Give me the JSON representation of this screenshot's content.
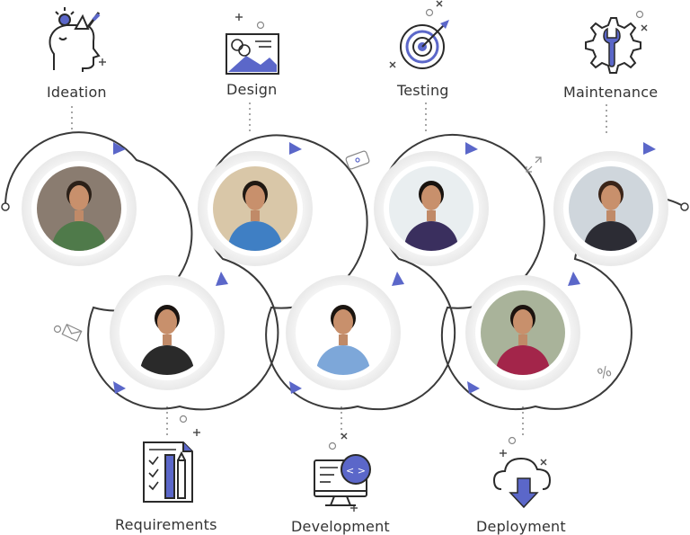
{
  "stages": [
    {
      "id": "ideation",
      "label": "Ideation",
      "icon": "head-idea-icon"
    },
    {
      "id": "requirements",
      "label": "Requirements",
      "icon": "checklist-pencil-icon"
    },
    {
      "id": "design",
      "label": "Design",
      "icon": "image-frame-icon"
    },
    {
      "id": "development",
      "label": "Development",
      "icon": "monitor-code-icon"
    },
    {
      "id": "testing",
      "label": "Testing",
      "icon": "target-dart-icon"
    },
    {
      "id": "deployment",
      "label": "Deployment",
      "icon": "cloud-download-icon"
    },
    {
      "id": "maintenance",
      "label": "Maintenance",
      "icon": "gear-wrench-icon"
    }
  ],
  "decorations": {
    "percent_symbol": "%",
    "code_symbol": "< >"
  },
  "colors": {
    "accent": "#5b67c9",
    "line": "#3a3a3a",
    "ring": "#eeeeee",
    "dotted": "#888888"
  }
}
